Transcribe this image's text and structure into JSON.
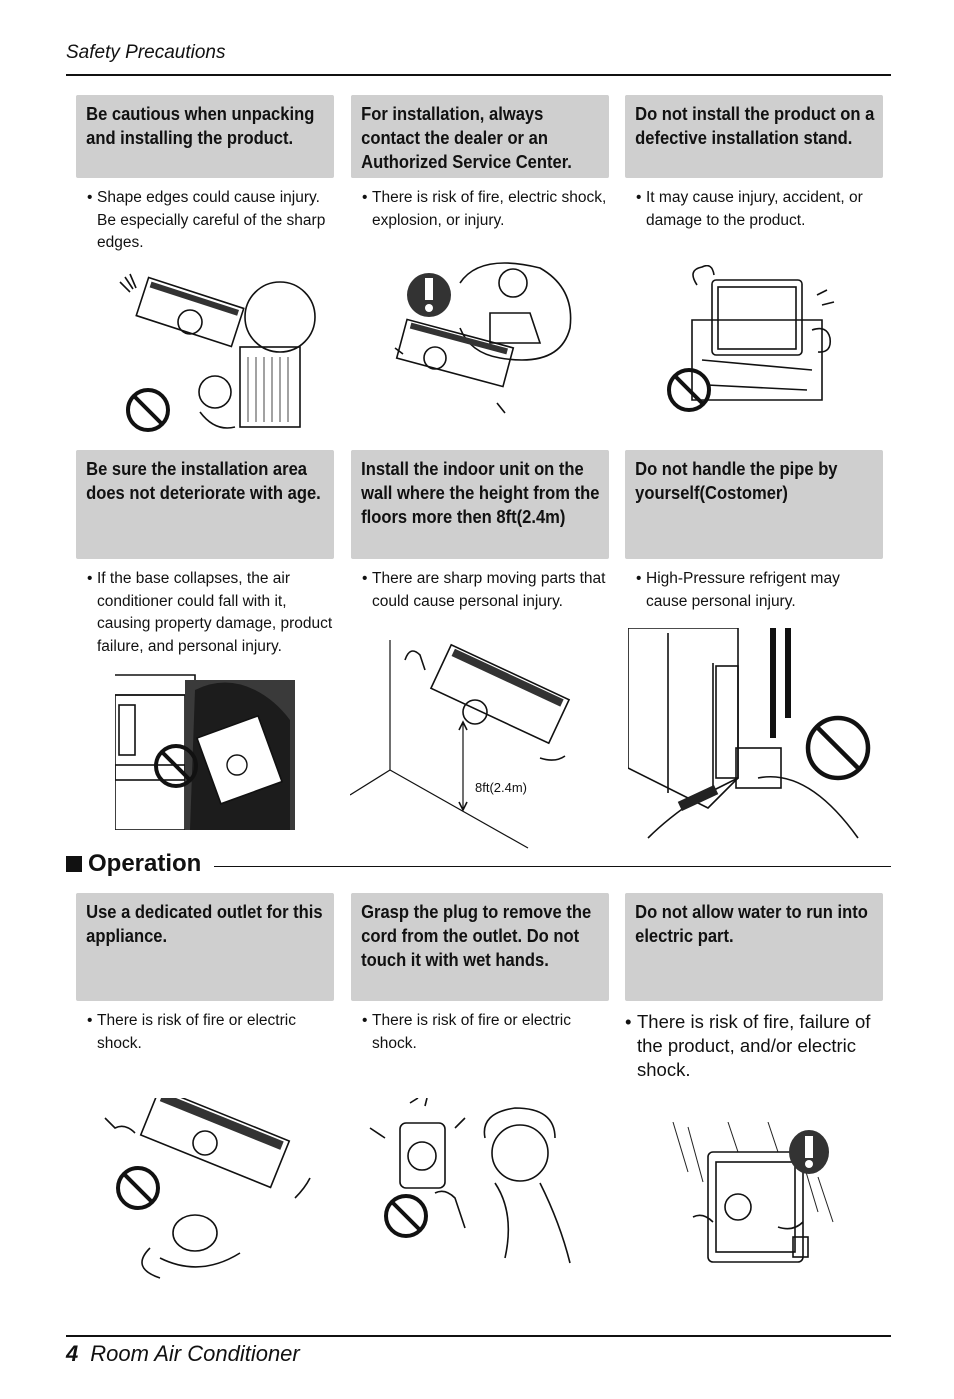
{
  "header": {
    "title": "Safety Precautions"
  },
  "cards": [
    {
      "title": "Be cautious when unpacking and installing the product.",
      "bullet": "Shape edges could cause injury. Be especially careful of the sharp edges."
    },
    {
      "title": "For installation, always contact the dealer or an Authorized Service Center.",
      "bullet": "There is risk of fire, electric shock, explosion, or injury."
    },
    {
      "title": "Do not install the product on a defective installation stand.",
      "bullet": "It may cause injury, accident, or damage to the product."
    },
    {
      "title": "Be sure the installation area does not deteriorate with age.",
      "bullet": "If the base collapses, the air conditioner could fall with it, causing property damage, product failure, and personal injury."
    },
    {
      "title": "Install the indoor unit on the wall where the height from the floors more then 8ft(2.4m)",
      "bullet": "There are sharp moving parts that could cause personal injury.",
      "height_label": "8ft(2.4m)"
    },
    {
      "title": "Do not handle the pipe by yourself(Costomer)",
      "bullet": "High-Pressure refrigent may cause personal injury."
    }
  ],
  "operation": {
    "heading": "Operation",
    "cards": [
      {
        "title": "Use a dedicated outlet for this appliance.",
        "bullet": "There is risk of fire or electric shock."
      },
      {
        "title": "Grasp the plug to remove the cord from the outlet. Do not touch it with wet hands.",
        "bullet": "There is risk of fire or electric shock."
      },
      {
        "title": "Do not allow water to run into electric part.",
        "bullet": "There is risk of fire, failure of the product, and/or electric shock."
      }
    ]
  },
  "footer": {
    "page": "4",
    "title": "Room Air Conditioner"
  },
  "bullet_char": "•"
}
